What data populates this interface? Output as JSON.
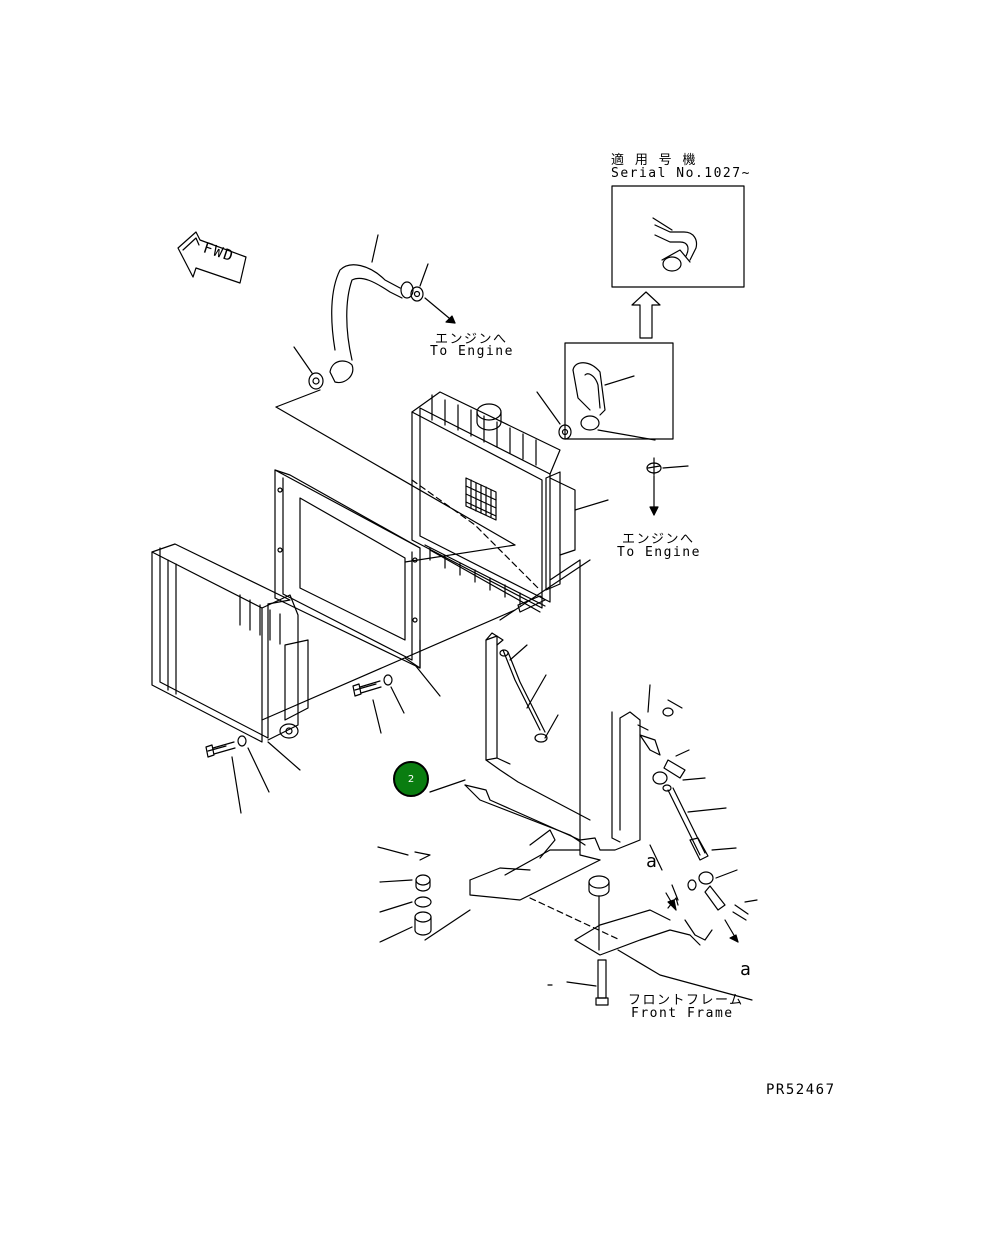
{
  "diagram": {
    "serial_applicability": {
      "line1": "適 用 号 機",
      "line2": "Serial No.1027~"
    },
    "fwd_marker": "FWD",
    "engine_label_top": {
      "jp": "エンジンへ",
      "en": "To Engine"
    },
    "engine_label_right": {
      "jp": "エンジンへ",
      "en": "To Engine"
    },
    "front_frame_label": {
      "jp": "フロントフレーム",
      "en": "Front Frame"
    },
    "ref_letter_a1": "a",
    "ref_letter_a2": "a",
    "callout": {
      "number": "2",
      "color": "#0a7d10"
    },
    "drawing_number": "PR52467"
  }
}
